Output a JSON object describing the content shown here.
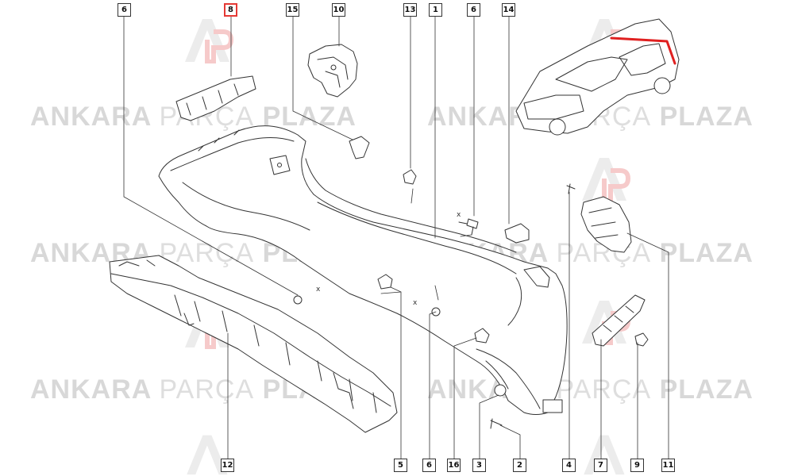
{
  "watermark": {
    "part1": "ANKARA",
    "part2": "PARÇA",
    "part3": "PLAZA",
    "accent": "#e02020",
    "color": "#d6d6d6"
  },
  "callouts": [
    {
      "id": "c6a",
      "label": "6"
    },
    {
      "id": "c8",
      "label": "8",
      "highlighted": true
    },
    {
      "id": "c15",
      "label": "15"
    },
    {
      "id": "c10",
      "label": "10"
    },
    {
      "id": "c13",
      "label": "13"
    },
    {
      "id": "c1",
      "label": "1"
    },
    {
      "id": "c6b",
      "label": "6"
    },
    {
      "id": "c14",
      "label": "14"
    },
    {
      "id": "c12",
      "label": "12"
    },
    {
      "id": "c5",
      "label": "5"
    },
    {
      "id": "c6c",
      "label": "6"
    },
    {
      "id": "c16",
      "label": "16"
    },
    {
      "id": "c3",
      "label": "3"
    },
    {
      "id": "c2",
      "label": "2"
    },
    {
      "id": "c4",
      "label": "4"
    },
    {
      "id": "c7",
      "label": "7"
    },
    {
      "id": "c9",
      "label": "9"
    },
    {
      "id": "c11",
      "label": "11"
    }
  ],
  "axis_marks": {
    "x": "x"
  },
  "colors": {
    "line": "#333333",
    "highlight": "#e53935"
  }
}
